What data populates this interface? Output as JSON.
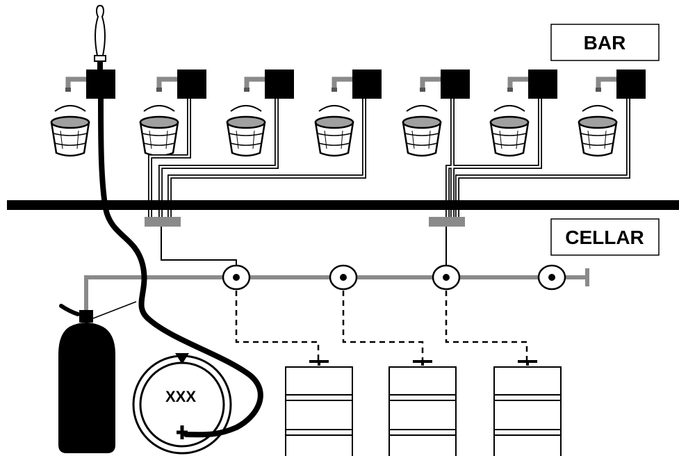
{
  "labels": {
    "bar": "BAR",
    "cellar": "CELLAR",
    "cask": "XXX"
  },
  "colors": {
    "ink": "#000000",
    "gas_line": "#8a8a8a",
    "bucket_fill": "#a0a0a0",
    "background": "#ffffff"
  },
  "counts": {
    "taps": 7,
    "gas_couplers": 4,
    "kegs": 3
  }
}
